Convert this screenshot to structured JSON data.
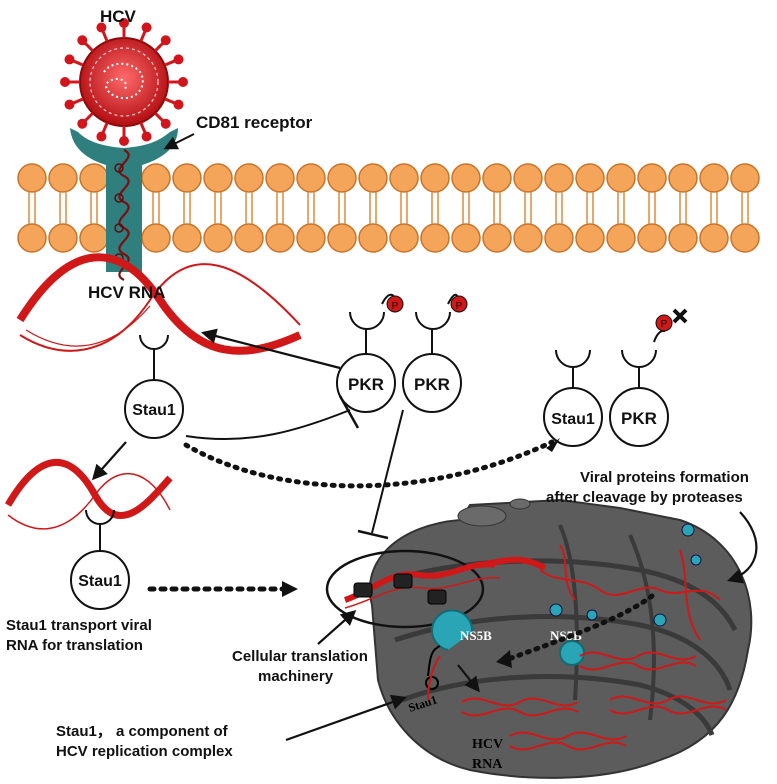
{
  "virus": {
    "label": "HCV"
  },
  "receptor": {
    "label": "CD81 receptor"
  },
  "rna_top": {
    "label": "HCV RNA"
  },
  "pkr": {
    "left": "PKR",
    "right": "PKR",
    "phospho": "P"
  },
  "complex_right": {
    "stau1": "Stau1",
    "pkr": "PKR",
    "phospho": "P"
  },
  "stau1_upper": "Stau1",
  "stau1_lower": "Stau1",
  "stau1_transport": {
    "line1": "Stau1 transport viral",
    "line2": "RNA for translation"
  },
  "translation": {
    "line1": "Cellular translation",
    "line2": "machinery"
  },
  "viral_proteins": {
    "line1": "Viral proteins formation",
    "line2": "after cleavage by proteases"
  },
  "replication": {
    "line1": "Stau1， a component of",
    "line2": "HCV replication complex"
  },
  "er": {
    "ns5b_left": "NS5B",
    "ns5b_right": "NS5B",
    "stau1": "Stau1",
    "hcv": "HCV",
    "rna": "RNA"
  },
  "colors": {
    "virus": "#d0161c",
    "receptor": "#2f7f7f",
    "membrane": "#f4a55a",
    "rna": "#d01818",
    "er": "#5a5a5a",
    "ns5b": "#2aa5b5"
  }
}
